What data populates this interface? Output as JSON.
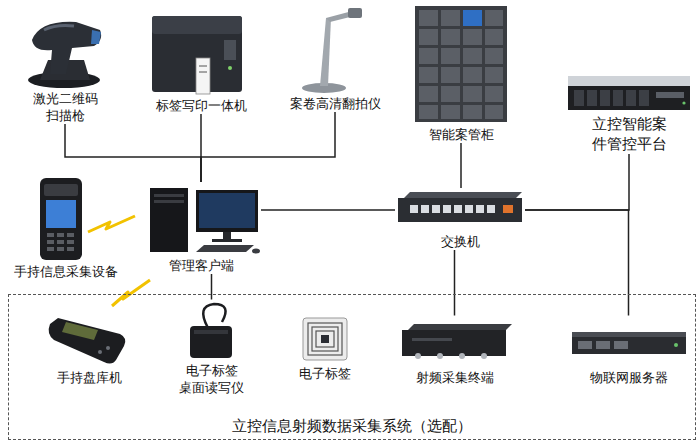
{
  "diagram": {
    "nodes": [
      {
        "text": [
          "激光二维码 扫描枪"
        ]
      },
      {
        "text": [
          "标签写印一体机"
        ]
      },
      {
        "text": [
          "案卷高清翻拍仪"
        ]
      },
      {
        "text": [
          "智能案管柜"
        ]
      },
      {
        "text": [
          "立控智能案 件管控平台"
        ]
      },
      {
        "text": [
          "手持信息采集设备"
        ]
      },
      {
        "text": [
          "管理客户端"
        ]
      },
      {
        "text": [
          "交换机"
        ]
      },
      {
        "text": [
          "立控信息射频数据采集系统（选配）"
        ]
      },
      {
        "text": [
          "手持盘库机"
        ],
        "in": 8
      },
      {
        "text": [
          "电子标签 桌面读写仪"
        ],
        "in": 8
      },
      {
        "text": [
          "电子标签"
        ],
        "in": 8
      },
      {
        "text": [
          "射频采集终端"
        ],
        "in": 8
      },
      {
        "text": [
          "物联网服务器"
        ],
        "in": 8
      }
    ],
    "edges": [
      {
        "from": 0,
        "to": 6,
        "arrow": "none"
      },
      {
        "from": 1,
        "to": 6,
        "arrow": "none"
      },
      {
        "from": 2,
        "to": 6,
        "arrow": "none"
      },
      {
        "from": 3,
        "to": 7,
        "arrow": "none"
      },
      {
        "from": 4,
        "to": 7,
        "arrow": "none"
      },
      {
        "from": 6,
        "to": 7,
        "arrow": "none"
      },
      {
        "from": 6,
        "to": 10,
        "arrow": "none"
      },
      {
        "from": 7,
        "to": 12,
        "arrow": "none"
      },
      {
        "from": 7,
        "to": 13,
        "arrow": "none"
      }
    ]
  }
}
